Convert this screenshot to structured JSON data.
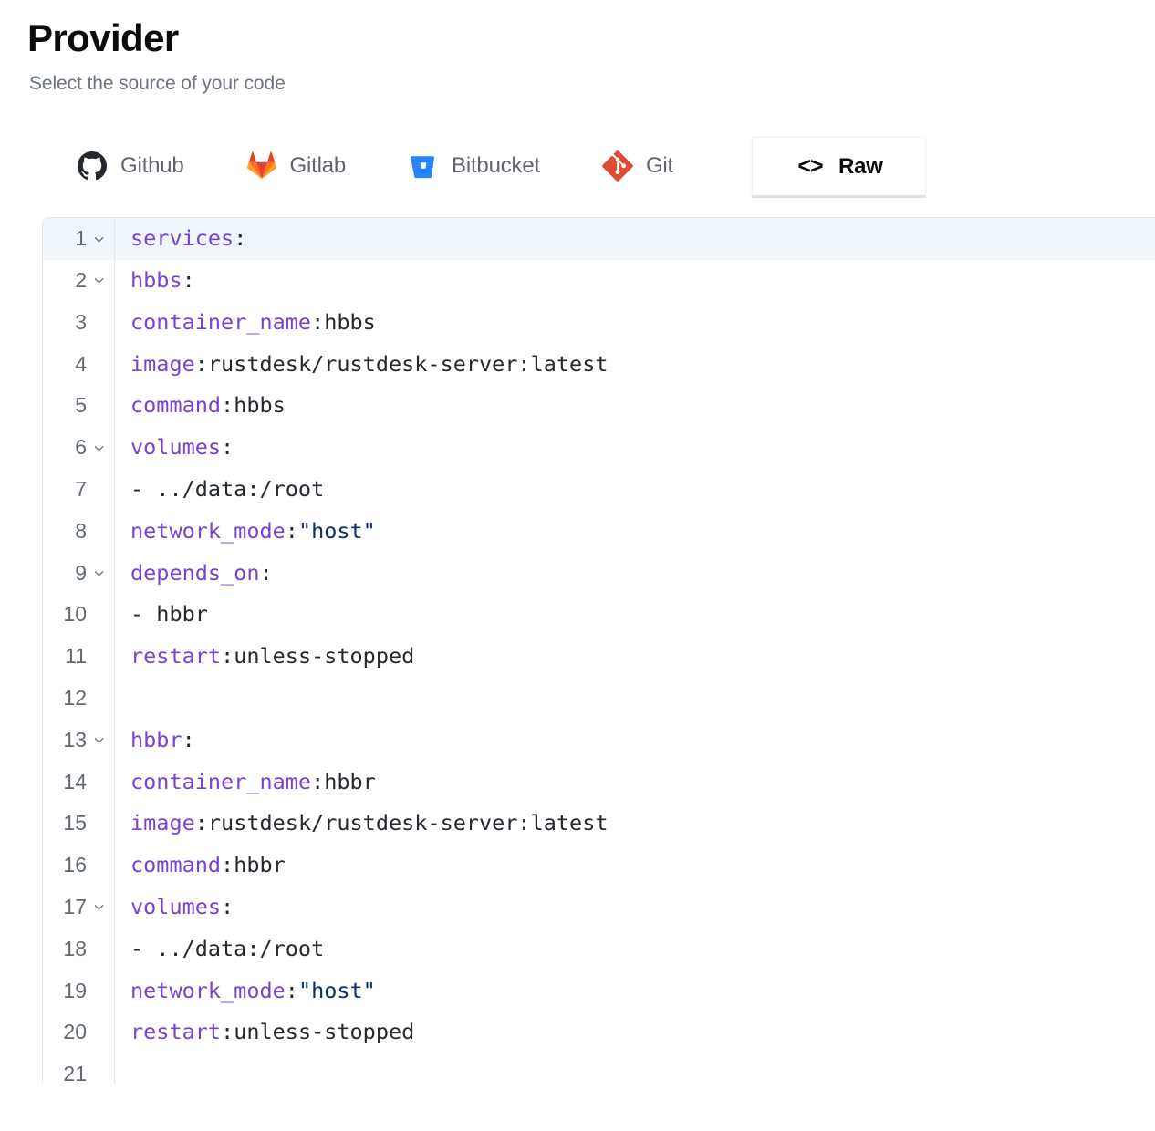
{
  "header": {
    "title": "Provider",
    "subtitle": "Select the source of your code"
  },
  "tabs": [
    {
      "id": "github",
      "label": "Github",
      "icon": "github-icon",
      "active": false
    },
    {
      "id": "gitlab",
      "label": "Gitlab",
      "icon": "gitlab-icon",
      "active": false
    },
    {
      "id": "bitbucket",
      "label": "Bitbucket",
      "icon": "bitbucket-icon",
      "active": false
    },
    {
      "id": "git",
      "label": "Git",
      "icon": "git-icon",
      "active": false
    },
    {
      "id": "raw",
      "label": "Raw",
      "icon": "code-brackets-icon",
      "active": true
    }
  ],
  "colors": {
    "key": "#7b41cf",
    "string": "#0a3069",
    "text": "#24292f",
    "active_line": "#eff6fc",
    "gutter_text": "#616a74",
    "github": "#24292f",
    "gitlab": "#e24329",
    "bitbucket": "#2684ff",
    "git": "#de4c36"
  },
  "editor": {
    "language": "yaml",
    "active_line": 1,
    "gutter_numbers": [
      1,
      2,
      3,
      4,
      5,
      6,
      7,
      8,
      9,
      10,
      11,
      12,
      13,
      14,
      15,
      16,
      17,
      18,
      19,
      20,
      21
    ],
    "foldable_lines": [
      1,
      2,
      6,
      9,
      13,
      17
    ],
    "lines": [
      {
        "n": 1,
        "indent": 0,
        "key": "services",
        "colon": ":",
        "value": ""
      },
      {
        "n": 2,
        "indent": 1,
        "key": "hbbs",
        "colon": ":",
        "value": ""
      },
      {
        "n": 3,
        "indent": 2,
        "key": "container_name",
        "colon": ":",
        "value": "hbbs"
      },
      {
        "n": 4,
        "indent": 2,
        "key": "image",
        "colon": ":",
        "value": "rustdesk/rustdesk-server:latest"
      },
      {
        "n": 5,
        "indent": 2,
        "key": "command",
        "colon": ":",
        "value": "hbbs"
      },
      {
        "n": 6,
        "indent": 2,
        "key": "volumes",
        "colon": ":",
        "value": ""
      },
      {
        "n": 7,
        "indent": 3,
        "key": "",
        "colon": "",
        "value": "- ../data:/root"
      },
      {
        "n": 8,
        "indent": 2,
        "key": "network_mode",
        "colon": ":",
        "value": "\"host\"",
        "value_type": "string"
      },
      {
        "n": 9,
        "indent": 2,
        "key": "depends_on",
        "colon": ":",
        "value": ""
      },
      {
        "n": 10,
        "indent": 3,
        "key": "",
        "colon": "",
        "value": "- hbbr"
      },
      {
        "n": 11,
        "indent": 2,
        "key": "restart",
        "colon": ":",
        "value": "unless-stopped"
      },
      {
        "n": 12,
        "indent": 0,
        "key": "",
        "colon": "",
        "value": ""
      },
      {
        "n": 13,
        "indent": 1,
        "key": "hbbr",
        "colon": ":",
        "value": ""
      },
      {
        "n": 14,
        "indent": 2,
        "key": "container_name",
        "colon": ":",
        "value": "hbbr"
      },
      {
        "n": 15,
        "indent": 2,
        "key": "image",
        "colon": ":",
        "value": "rustdesk/rustdesk-server:latest"
      },
      {
        "n": 16,
        "indent": 2,
        "key": "command",
        "colon": ":",
        "value": "hbbr"
      },
      {
        "n": 17,
        "indent": 2,
        "key": "volumes",
        "colon": ":",
        "value": ""
      },
      {
        "n": 18,
        "indent": 3,
        "key": "",
        "colon": "",
        "value": "- ../data:/root"
      },
      {
        "n": 19,
        "indent": 2,
        "key": "network_mode",
        "colon": ":",
        "value": "\"host\"",
        "value_type": "string"
      },
      {
        "n": 20,
        "indent": 2,
        "key": "restart",
        "colon": ":",
        "value": "unless-stopped"
      },
      {
        "n": 21,
        "indent": 0,
        "key": "",
        "colon": "",
        "value": ""
      }
    ]
  }
}
